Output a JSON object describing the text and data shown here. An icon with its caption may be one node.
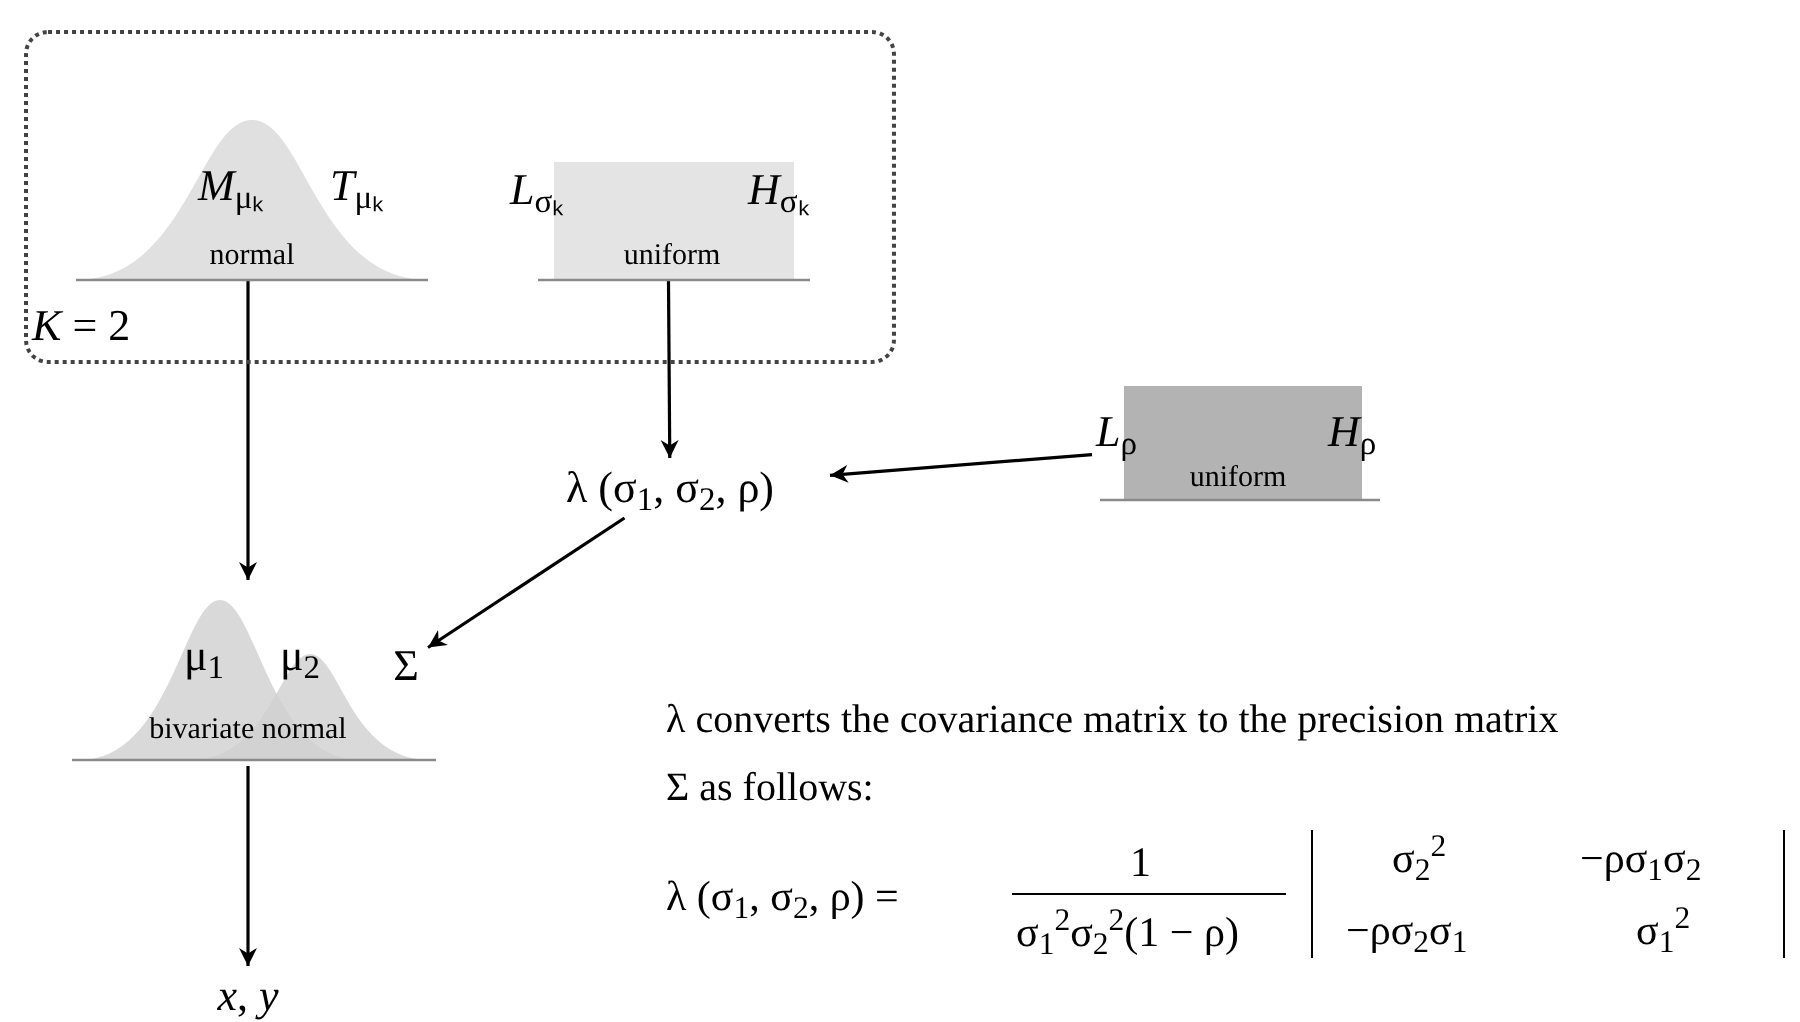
{
  "diagram": {
    "nodes": [
      {
        "text": [
          "*K* = 2"
        ]
      },
      {
        "text": [
          "*M*$_{μₖ}$",
          "*T*$_{μₖ}$",
          "normal"
        ],
        "in": 0
      },
      {
        "text": [
          "*L*$_{σₖ}$",
          "*H*$_{σₖ}$",
          "uniform"
        ],
        "in": 0
      },
      {
        "text": [
          "λ (σ$_{1}$, σ$_{2}$, ρ)"
        ]
      },
      {
        "text": [
          "*L*$_{ρ}$",
          "*H*$_{ρ}$",
          "uniform"
        ]
      },
      {
        "text": [
          "μ$_{1}$",
          "μ$_{2}$",
          "bivariate normal"
        ]
      },
      {
        "text": [
          "Σ"
        ]
      },
      {
        "text": [
          "*x*, *y*"
        ]
      }
    ],
    "edges": [
      {
        "from": 1,
        "to": 5,
        "arrow": "to"
      },
      {
        "from": 2,
        "to": 3,
        "arrow": "to"
      },
      {
        "from": 4,
        "to": 3,
        "arrow": "to"
      },
      {
        "from": 3,
        "to": 6,
        "arrow": "to"
      },
      {
        "from": 5,
        "to": 7,
        "arrow": "to"
      }
    ],
    "labels": [
      "λ converts the covariance matrix to the precision matrix Σ as follows:",
      "λ (σ$_{1}$, σ$_{2}$, ρ) =",
      "1",
      "σ$_{1}$$^{2}$σ$_{2}$$^{2}$(1 − ρ)",
      "σ$_{2}$$^{2}$",
      "−ρσ$_{1}$σ$_{2}$",
      "−ρσ$_{2}$σ$_{1}$",
      "σ$_{1}$$^{2}$"
    ]
  }
}
